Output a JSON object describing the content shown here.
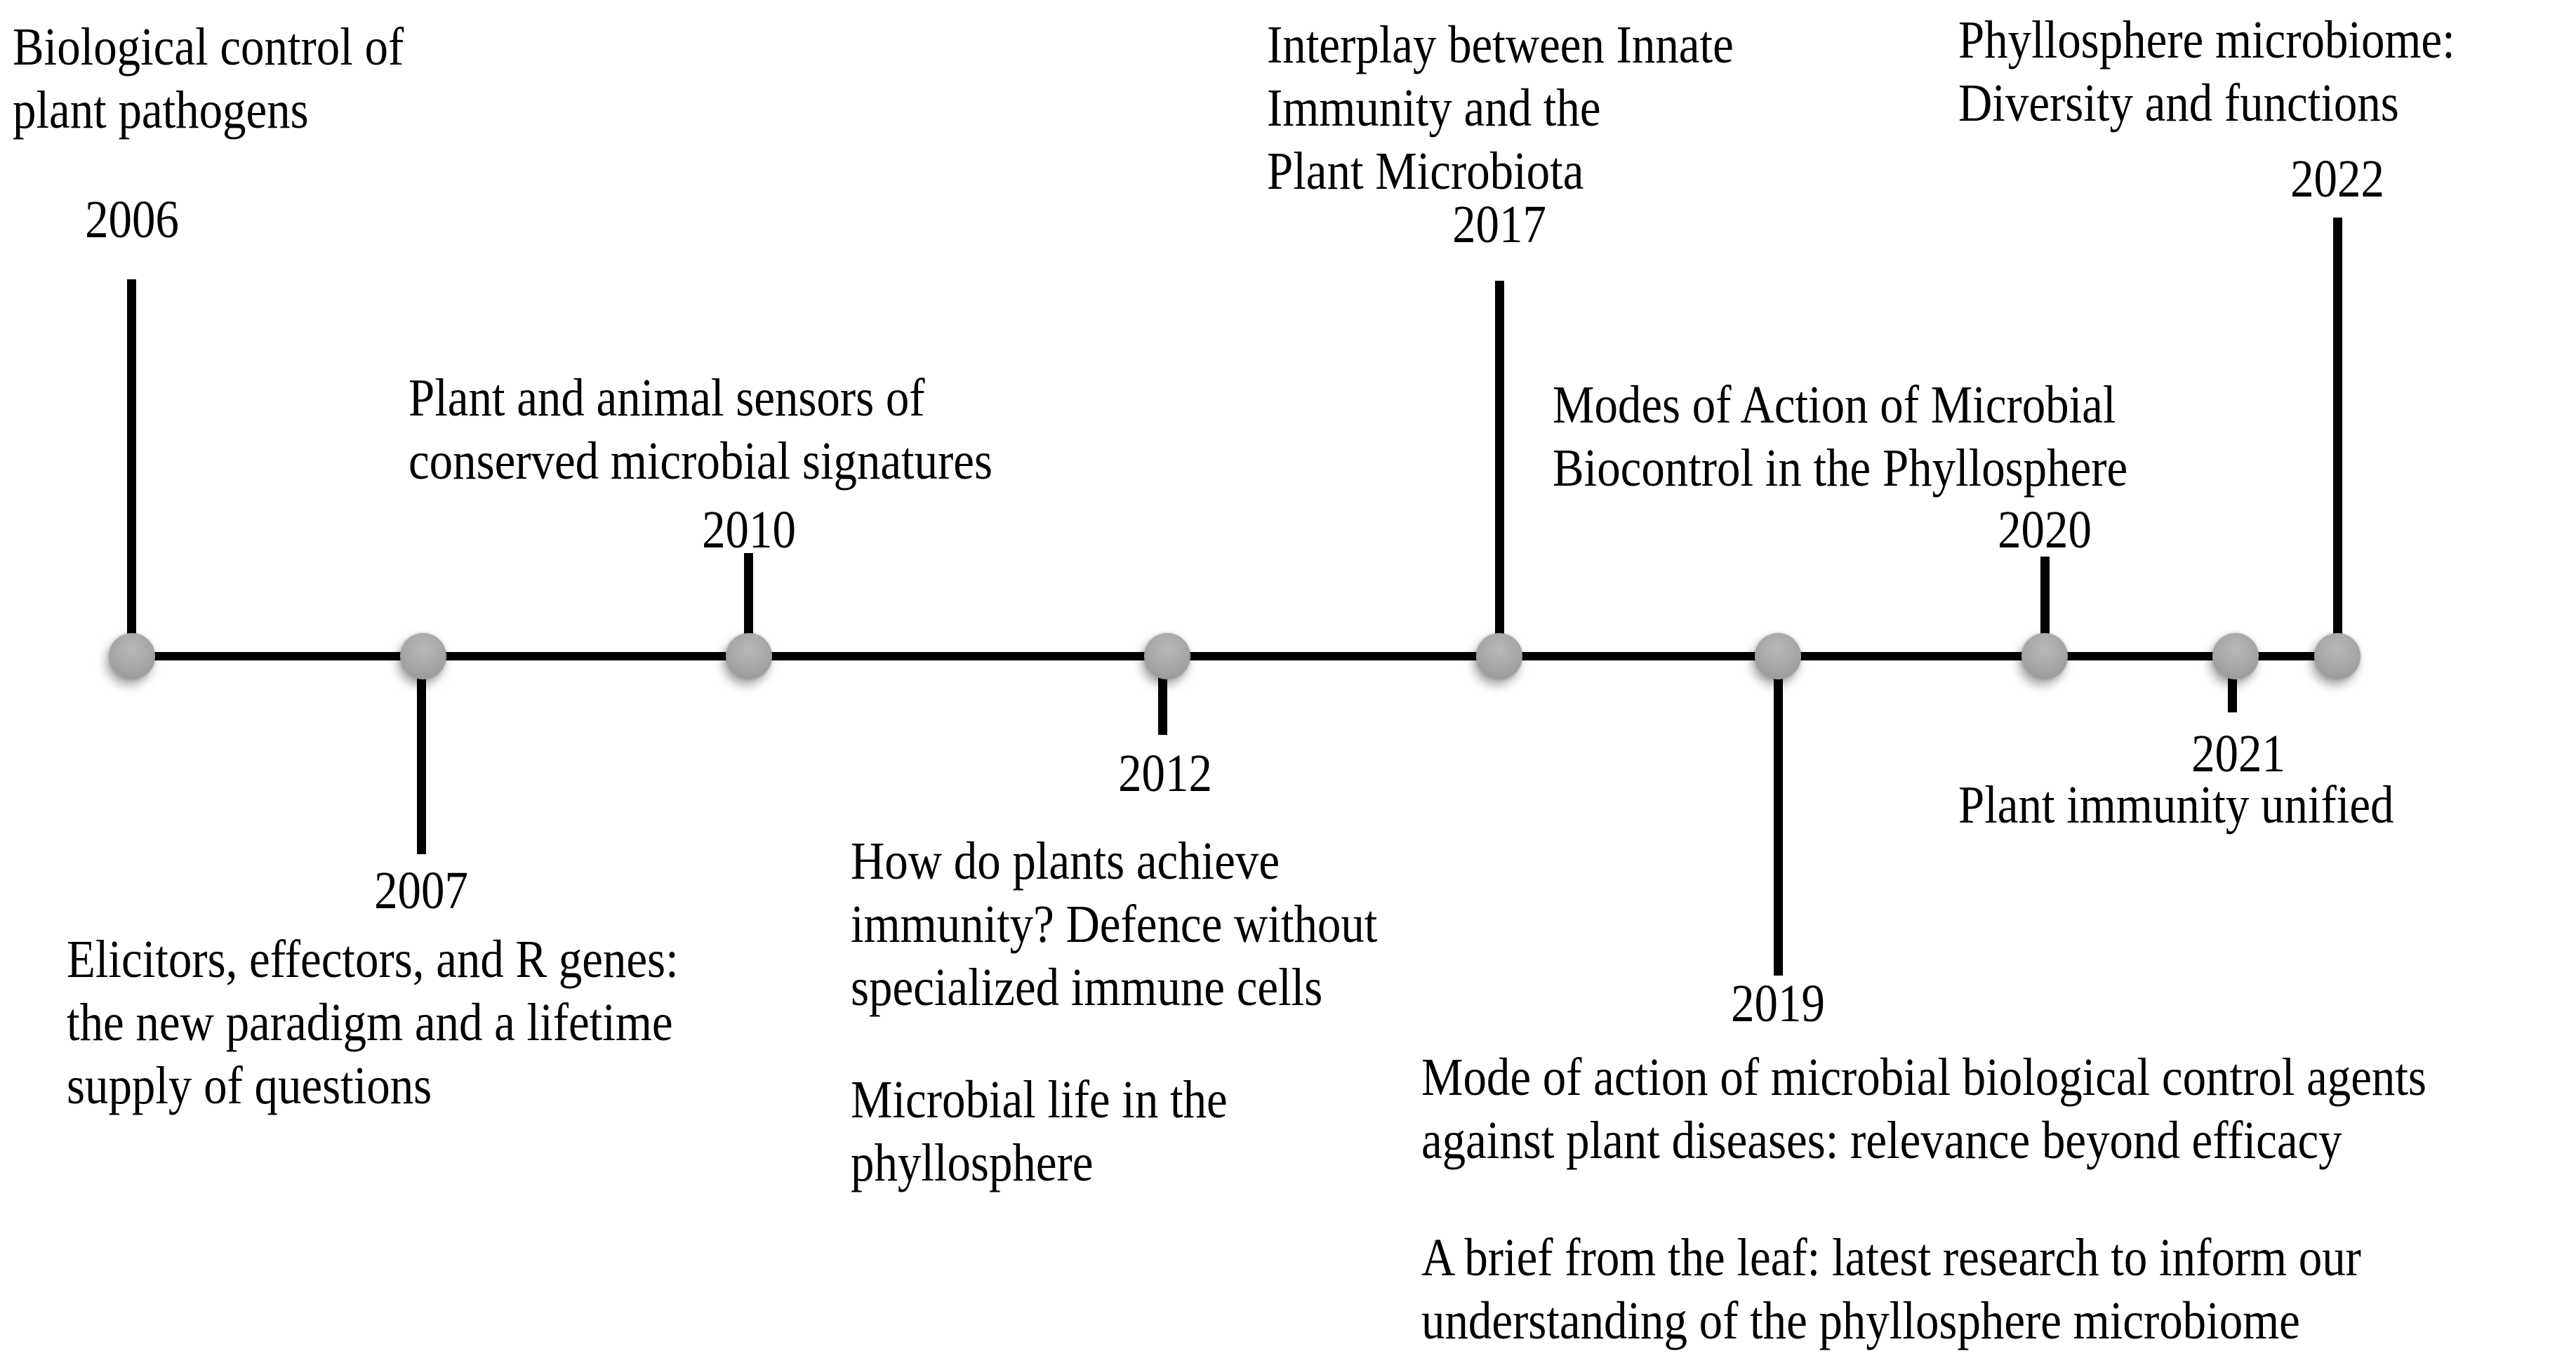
{
  "figure": {
    "type": "timeline",
    "orientation": "horizontal",
    "axis_range": [
      "2006",
      "2022"
    ],
    "colors": {
      "background": "#ffffff",
      "axis_line": "#000000",
      "stem_line": "#000000",
      "dot_fill": "#a8a8a8",
      "text": "#000000"
    }
  },
  "events": [
    {
      "year": "2006",
      "side": "above",
      "title": "Biological control of\nplant pathogens"
    },
    {
      "year": "2007",
      "side": "below",
      "title": "Elicitors, effectors, and R genes:\nthe new paradigm and a lifetime\nsupply of questions"
    },
    {
      "year": "2010",
      "side": "above",
      "title": "Plant and animal sensors of\nconserved microbial signatures"
    },
    {
      "year": "2012",
      "side": "below",
      "titles": [
        "How do plants achieve\nimmunity? Defence without\nspecialized immune cells",
        "Microbial life in the\nphyllosphere"
      ]
    },
    {
      "year": "2017",
      "side": "above",
      "title": "Interplay between Innate\nImmunity and the\nPlant Microbiota"
    },
    {
      "year": "2019",
      "side": "below",
      "titles": [
        "Mode of action of microbial biological control agents\nagainst plant diseases: relevance beyond efficacy",
        "A brief from the leaf: latest research to inform our\nunderstanding of the phyllosphere microbiome"
      ]
    },
    {
      "year": "2020",
      "side": "above",
      "title": "Modes of Action of Microbial\nBiocontrol in the Phyllosphere"
    },
    {
      "year": "2021",
      "side": "below",
      "title": "Plant immunity unified"
    },
    {
      "year": "2022",
      "side": "above",
      "title": "Phyllosphere microbiome:\nDiversity and functions"
    }
  ]
}
